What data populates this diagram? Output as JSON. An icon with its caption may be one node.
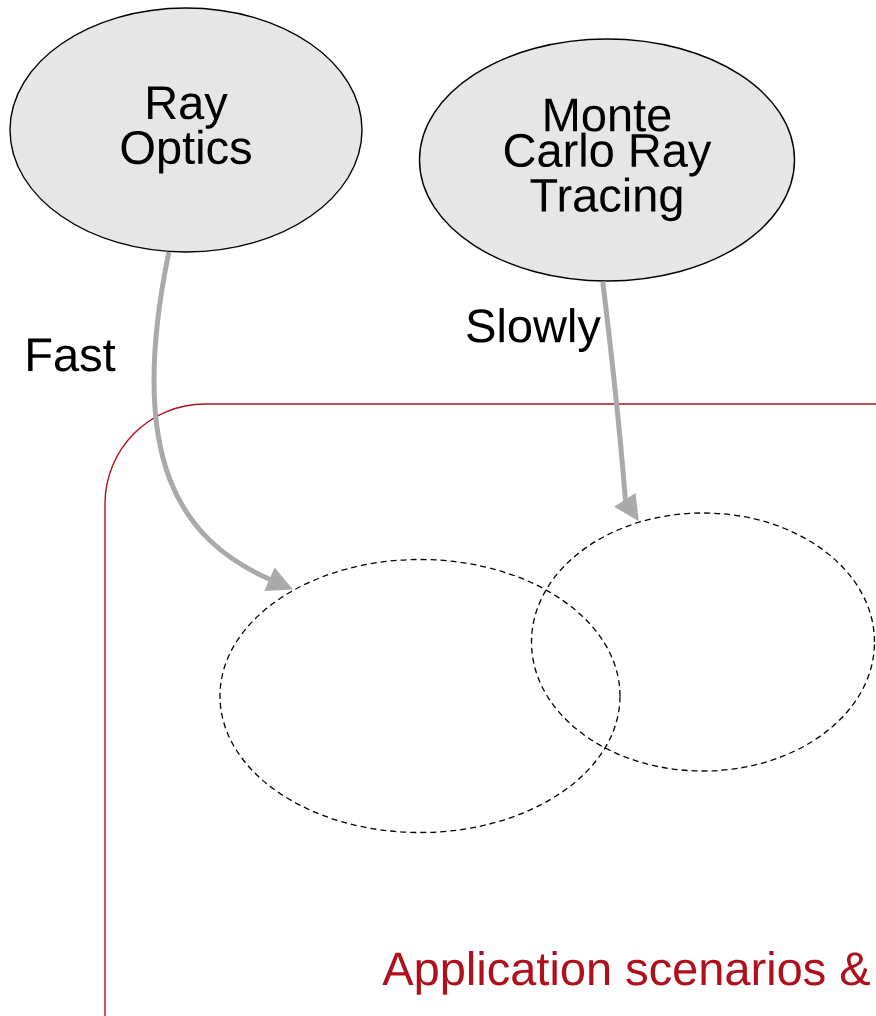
{
  "diagram": {
    "nodes": [
      {
        "text": [
          "Ray Optics"
        ]
      },
      {
        "text": [
          "Monte Carlo Ray Tracing"
        ]
      },
      {
        "text": [
          "Application scenarios &"
        ]
      },
      {
        "text": [],
        "shape": "circle",
        "in": 2
      },
      {
        "text": [],
        "shape": "circle",
        "in": 2
      }
    ],
    "edges": [
      {
        "from": 0,
        "to": 3,
        "arrow": "to",
        "label": "Fast"
      },
      {
        "from": 1,
        "to": 4,
        "arrow": "to",
        "label": "Slowly"
      }
    ]
  }
}
